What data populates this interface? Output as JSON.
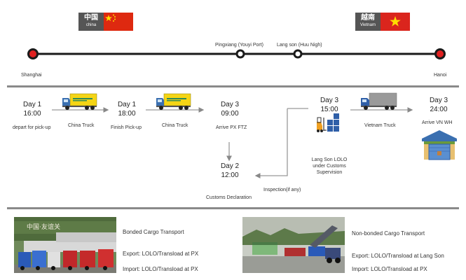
{
  "route": {
    "origin_flag": {
      "native": "中国",
      "latin": "china"
    },
    "dest_flag": {
      "native": "越南",
      "latin": "Vietnam"
    },
    "stops": [
      {
        "label": "Shanghai"
      },
      {
        "label": "Pingxiang (Youyi Port)"
      },
      {
        "label": "Lang son (Huu Nigh)"
      },
      {
        "label": "Hanoi"
      }
    ]
  },
  "flow": {
    "steps": [
      {
        "day": "Day 1",
        "time": "16:00",
        "caption": "depart for pick-up"
      },
      {
        "day": "Day 1",
        "time": "18:00",
        "caption": "Finish Pick-up"
      },
      {
        "day": "Day 3",
        "time": "09:00",
        "caption": "Arrive PX FTZ"
      },
      {
        "day": "Day 2",
        "time": "12:00",
        "caption": "Customs Declaration"
      },
      {
        "day": "Day 3",
        "time": "15:00",
        "caption": "Lang Son LOLO under Customs Supervision"
      },
      {
        "day": "Day 3",
        "time": "24:00",
        "caption": "Arrive VN WH"
      }
    ],
    "transport": [
      "China Truck",
      "China Truck",
      "Vietnam Truck"
    ],
    "inspection_label": "Inspection(if any)"
  },
  "cargo": [
    {
      "title": "Bonded Cargo Transport",
      "export": "Export: LOLO/Transload at PX",
      "import": "Import: LOLO/Transload at PX"
    },
    {
      "title": "Non-bonded Cargo Transport",
      "export": "Export: LOLO/Transload at Lang Son",
      "import": "Import: LOLO/Transload at PX"
    }
  ],
  "colors": {
    "china_red": "#de2910",
    "vietnam_red": "#da251d",
    "star_yellow": "#ffde00",
    "truck_yellow": "#f5d515",
    "truck_grey": "#9a9a9a",
    "stop_red": "#e02020",
    "separator": "#8a8a8a"
  }
}
